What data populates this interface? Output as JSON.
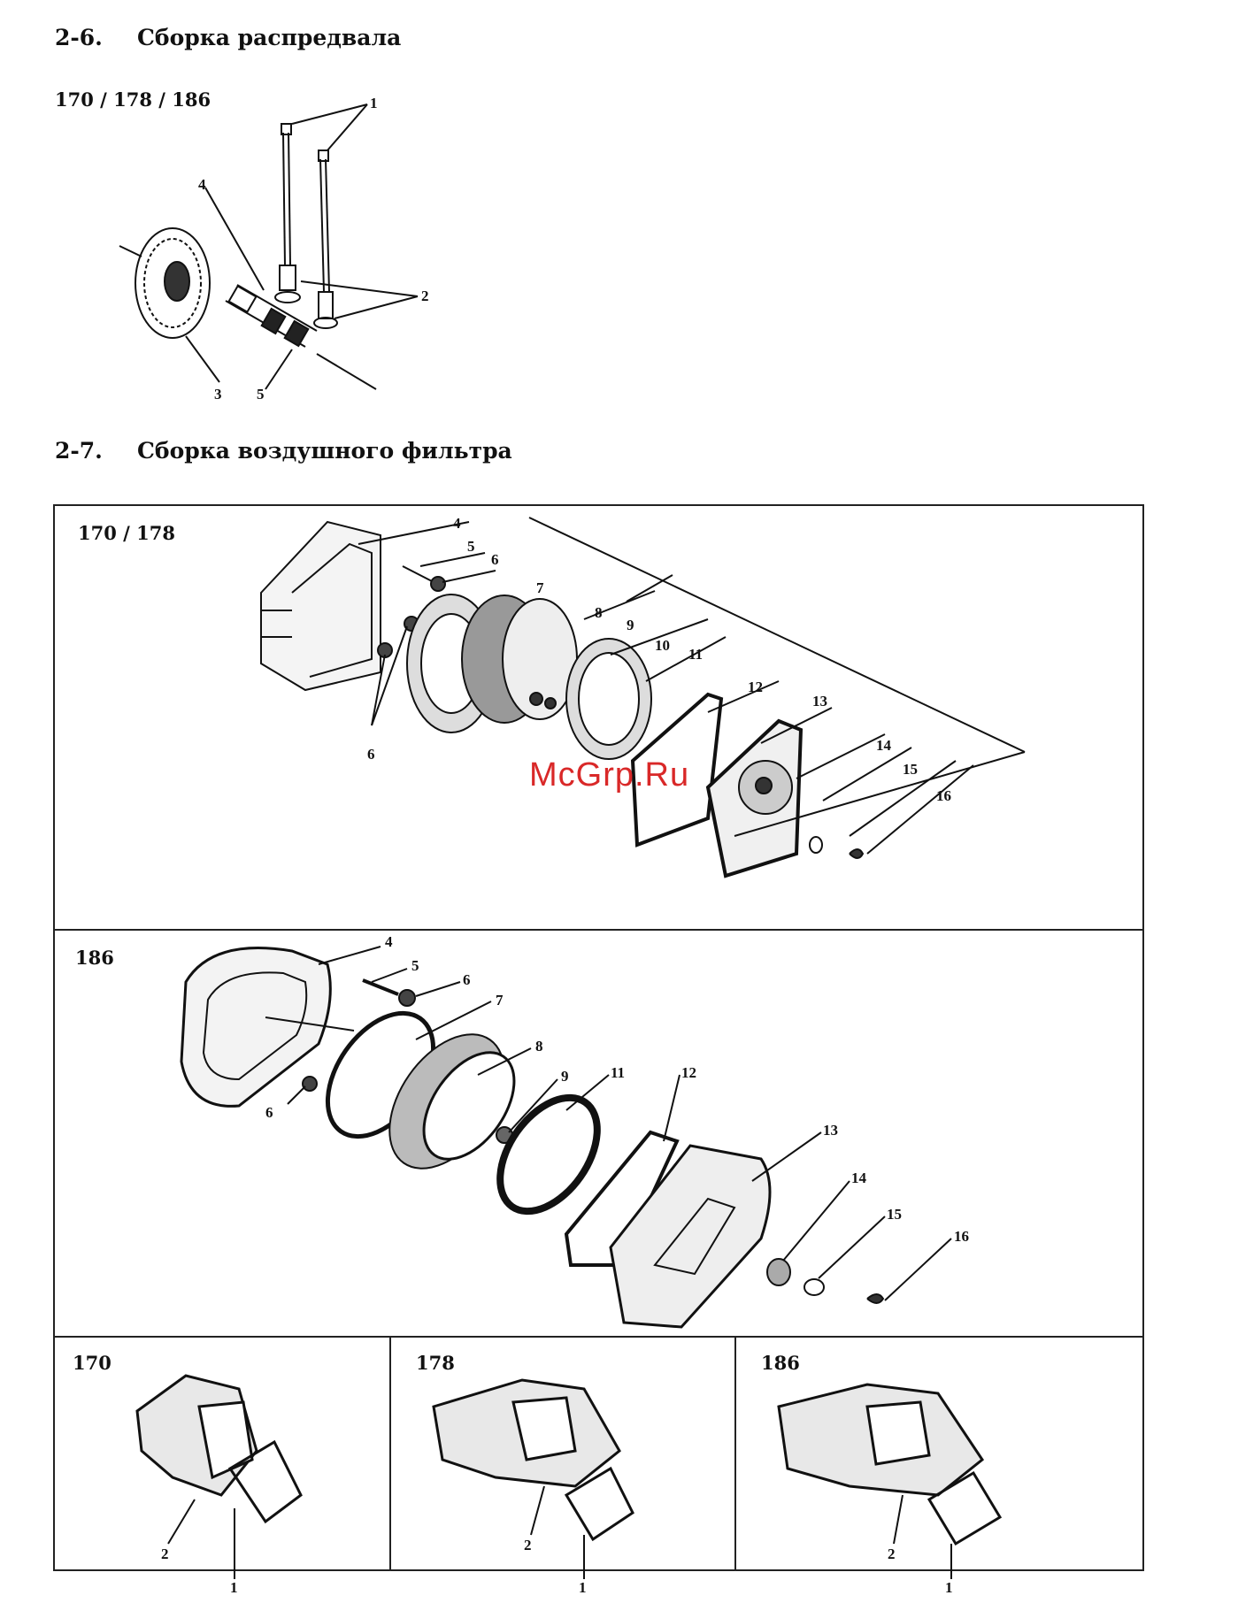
{
  "section_camshaft": {
    "number": "2-6.",
    "title": "Сборка распредвала",
    "models": "170 / 178 / 186",
    "callouts": [
      "1",
      "2",
      "3",
      "4",
      "5"
    ]
  },
  "section_air_filter": {
    "number": "2-7.",
    "title": "Сборка воздушного фильтра",
    "panel_170_178": {
      "models": "170 / 178",
      "callouts": [
        "4",
        "5",
        "6",
        "6",
        "7",
        "8",
        "9",
        "10",
        "11",
        "12",
        "13",
        "14",
        "15",
        "16"
      ]
    },
    "panel_186": {
      "models": "186",
      "callouts": [
        "4",
        "5",
        "6",
        "6",
        "7",
        "8",
        "9",
        "11",
        "12",
        "13",
        "14",
        "15",
        "16"
      ]
    },
    "elbows": [
      {
        "model": "170",
        "callouts": [
          "2",
          "1"
        ]
      },
      {
        "model": "178",
        "callouts": [
          "2",
          "1"
        ]
      },
      {
        "model": "186",
        "callouts": [
          "2",
          "1"
        ]
      }
    ]
  },
  "watermark": "McGrp.Ru",
  "colors": {
    "ink": "#111111",
    "watermark": "#d92828",
    "paper": "#ffffff"
  }
}
